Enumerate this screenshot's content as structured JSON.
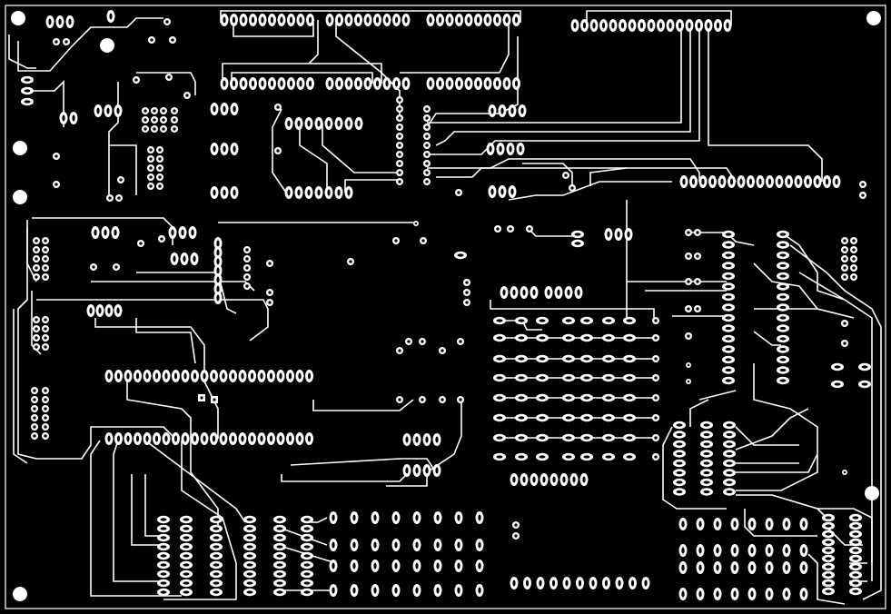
{
  "board": {
    "background_color": "#000000",
    "copper_color": "#ffffff",
    "layer": "copper-bottom-negative",
    "mounting_holes": 6,
    "components": {
      "dip_ic_rows": 8,
      "connector_headers": 10,
      "test_pads": "many"
    }
  }
}
